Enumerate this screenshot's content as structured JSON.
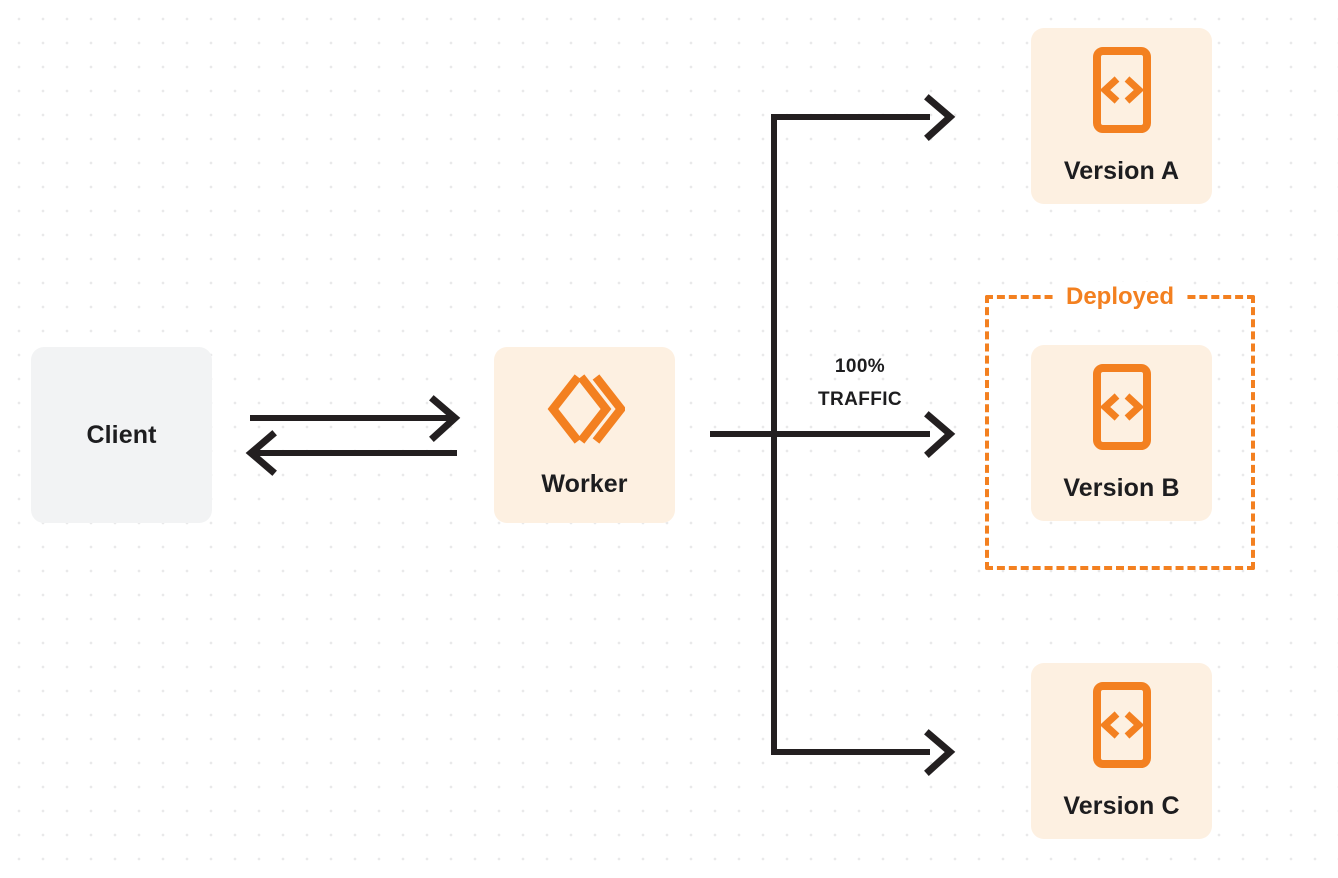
{
  "diagram": {
    "title": "Worker version routing",
    "colors": {
      "orange": "#f38020",
      "orange_tint": "#fdf0e1",
      "gray_tint": "#f2f3f4",
      "ink": "#231f20",
      "dot_grid": "#e9e9ea"
    }
  },
  "nodes": {
    "client": {
      "label": "Client",
      "icon": ""
    },
    "worker": {
      "label": "Worker",
      "icon": "cloudflare-workers-logo-icon"
    },
    "version_a": {
      "label": "Version A",
      "icon": "code-brackets-icon"
    },
    "version_b": {
      "label": "Version B",
      "icon": "code-brackets-icon"
    },
    "version_c": {
      "label": "Version C",
      "icon": "code-brackets-icon"
    }
  },
  "group": {
    "deployed_label": "Deployed"
  },
  "edges": {
    "traffic_percent": "100%",
    "traffic_word": "TRAFFIC"
  }
}
